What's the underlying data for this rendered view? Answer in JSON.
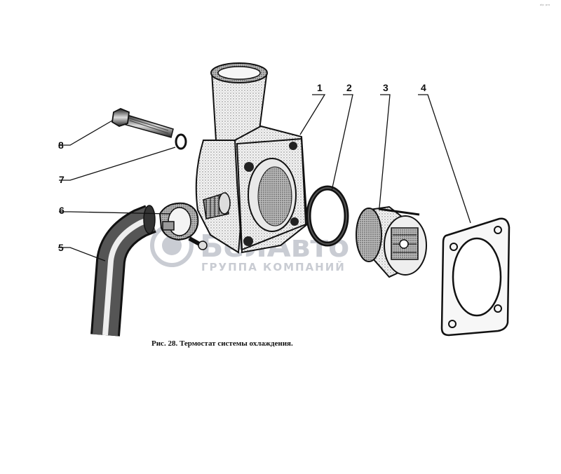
{
  "figure": {
    "caption": "Рис. 28. Термостат системы охлаждения.",
    "callouts": [
      "1",
      "2",
      "3",
      "4",
      "5",
      "6",
      "7",
      "8"
    ]
  },
  "watermark": {
    "brand": "БелАвто",
    "subtitle": "ГРУППА КОМПАНИЙ"
  },
  "corner_mark": "ᵃˡᵖ ᵖʳᵒ"
}
